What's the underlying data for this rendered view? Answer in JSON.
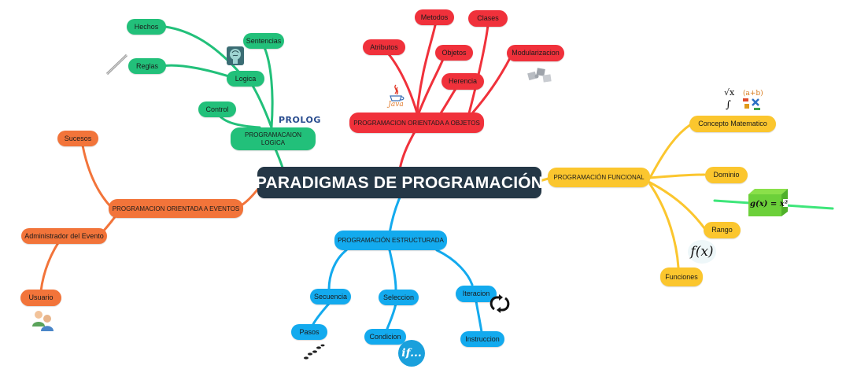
{
  "central": "PARADIGMAS DE PROGRAMACIÓN",
  "branches": {
    "oop": {
      "label": "PROGRAMACION ORIENTADA A OBJETOS",
      "children": [
        "Atributos",
        "Metodos",
        "Objetos",
        "Clases",
        "Herencia",
        "Modularizacion"
      ],
      "icon_label": "Java"
    },
    "logic": {
      "label": "PROGRAMACAION LOGICA",
      "logica": "Logica",
      "children": [
        "Hechos",
        "Sentencias",
        "Reglas",
        "Control"
      ],
      "icon_label": "PROLOG"
    },
    "events": {
      "label": "PROGRAMACION ORIENTADA A EVENTOS",
      "children": [
        "Sucesos",
        "Administrador del Evento",
        "Usuario"
      ]
    },
    "structured": {
      "label": "PROGRAMACIÓN ESTRUCTURADA",
      "children": [
        "Secuencia",
        "Seleccion",
        "Iteracion",
        "Pasos",
        "Condicion",
        "Instruccion"
      ],
      "icon_label": "if..."
    },
    "functional": {
      "label": "PROGRAMACIÓN FUNCIONAL",
      "children": [
        "Concepto Matematico",
        "Dominio",
        "Rango",
        "Funciones"
      ],
      "formula": "g(x) = x²",
      "icon_label": "f(x)"
    }
  },
  "colors": {
    "central": "#243746",
    "oop": "#f0313b",
    "logic": "#22c07a",
    "events": "#f2743a",
    "structured": "#13aaee",
    "functional": "#fbc62e"
  },
  "icons": [
    "java-icon",
    "prolog-logo-icon",
    "brain-icon",
    "pencil-icon",
    "puzzle-icon",
    "users-icon",
    "footsteps-icon",
    "if-icon",
    "loop-arrows-icon",
    "math-symbols-icon",
    "function-box-icon",
    "fx-icon"
  ]
}
